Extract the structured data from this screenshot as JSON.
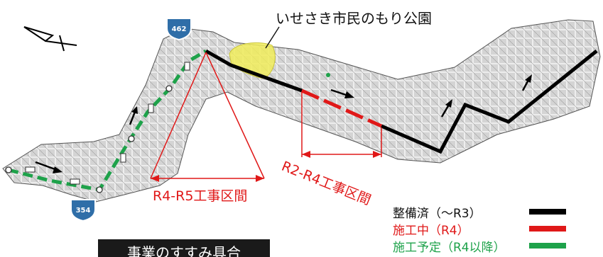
{
  "park_label": "いせさき市民のもり公園",
  "sections": {
    "r4_r5": "R4-R5工事区間",
    "r2_r4": "R2-R4工事区間"
  },
  "route_shields": [
    {
      "number": "462"
    },
    {
      "number": "354"
    }
  ],
  "legend": [
    {
      "label": "整備済（～R3）",
      "color": "#000000"
    },
    {
      "label": "施工中（R4）",
      "color": "#e01818"
    },
    {
      "label": "施工予定（R4以降）",
      "color": "#1ea24a"
    }
  ],
  "footer_caption": "事業のすすみ具合",
  "colors": {
    "park": "#f0ec5a",
    "annotation": "#e01818",
    "completed": "#000000",
    "in_progress": "#e01818",
    "planned": "#1ea24a"
  },
  "icons": [
    "north-arrow-icon",
    "route-shield-icon",
    "direction-arrow-icon"
  ]
}
